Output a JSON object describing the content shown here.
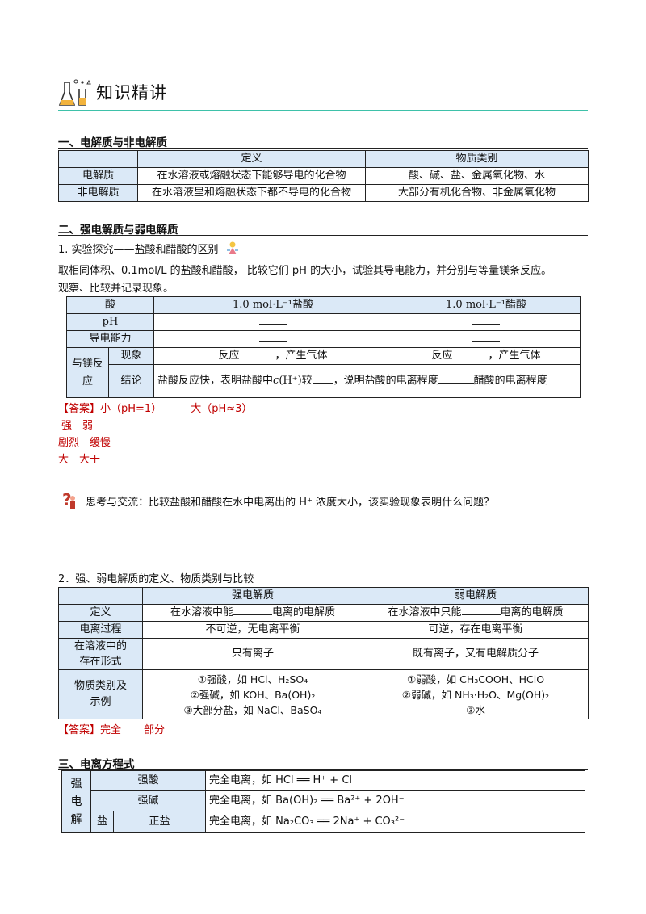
{
  "header": {
    "title": "知识精讲"
  },
  "sec1": {
    "heading": "一、电解质与非电解质",
    "table": {
      "headers": [
        "",
        "定义",
        "物质类别"
      ],
      "rows": [
        [
          "电解质",
          "在水溶液或熔融状态下能够导电的化合物",
          "酸、碱、盐、金属氧化物、水"
        ],
        [
          "非电解质",
          "在水溶液里和熔融状态下都不导电的化合物",
          "大部分有机化合物、非金属氧化物"
        ]
      ]
    }
  },
  "sec2": {
    "heading": "二、强电解质与弱电解质",
    "item1_title": "1. 实验探究——盐酸和醋酸的区别",
    "item1_text1": "取相同体积、0.1mol/L 的盐酸和醋酸， 比较它们 pH 的大小，试验其导电能力，并分别与等量镁条反应。",
    "item1_text2": "观察、比较并记录现象。",
    "exp_table": {
      "col_acid": "酸",
      "col_hcl": "1.0 mol·L⁻¹盐酸",
      "col_ch3cooh": "1.0 mol·L⁻¹醋酸",
      "row_ph": "pH",
      "row_cond": "导电能力",
      "row_mg": "与镁反应",
      "row_phenom": "现象",
      "row_concl": "结论",
      "phenom_prefix": "反应",
      "phenom_suffix": "，产生气体",
      "concl_a": "盐酸反应快，表明盐酸中",
      "concl_c": "c",
      "concl_h": "(H⁺)较",
      "concl_b": "，说明盐酸的电离程度",
      "concl_d": "醋酸的电离程度"
    },
    "answer1": {
      "tag": "【答案】",
      "line1a": "小（pH=1）",
      "line1b": "大（pH≈3）",
      "line2": "强　弱",
      "line3": "剧烈　缓慢",
      "line4": "大　大于"
    },
    "think": "思考与交流：比较盐酸和醋酸在水中电离出的 H⁺ 浓度大小，该实验现象表明什么问题？",
    "item2_title": "2．强、弱电解质的定义、物质类别与比较",
    "cmp_table": {
      "h_strong": "强电解质",
      "h_weak": "弱电解质",
      "r_def": "定义",
      "def_strong_a": "在水溶液中能",
      "def_strong_b": "电离的电解质",
      "def_weak_a": "在水溶液中只能",
      "def_weak_b": "电离的电解质",
      "r_proc": "电离过程",
      "proc_strong": "不可逆，无电离平衡",
      "proc_weak": "可逆，存在电离平衡",
      "r_form": "在溶液中的存在形式",
      "form_strong": "只有离子",
      "form_weak": "既有离子，又有电解质分子",
      "r_ex": "物质类别及示例",
      "ex_strong": [
        "①强酸，如 HCl、H₂SO₄",
        "②强碱，如 KOH、Ba(OH)₂",
        "③大部分盐，如 NaCl、BaSO₄"
      ],
      "ex_weak": [
        "①弱酸，如 CH₃COOH、HClO",
        "②弱碱，如 NH₃·H₂O、Mg(OH)₂",
        "③水"
      ]
    },
    "answer2": {
      "tag": "【答案】",
      "a": "完全",
      "b": "部分"
    }
  },
  "sec3": {
    "heading": "三、电离方程式",
    "side": "强电解",
    "rows": [
      {
        "label": "强酸",
        "eq": "完全电离，如 HCl ══ H⁺ + Cl⁻"
      },
      {
        "label": "强碱",
        "eq": "完全电离，如 Ba(OH)₂ ══ Ba²⁺ + 2OH⁻"
      },
      {
        "label_a": "盐",
        "label_b": "正盐",
        "eq": "完全电离，如 Na₂CO₃ ══ 2Na⁺ + CO₃²⁻"
      }
    ]
  },
  "colors": {
    "accent": "#3ec1a9",
    "table_header": "#dbe9f7",
    "answer": "#c00000"
  }
}
